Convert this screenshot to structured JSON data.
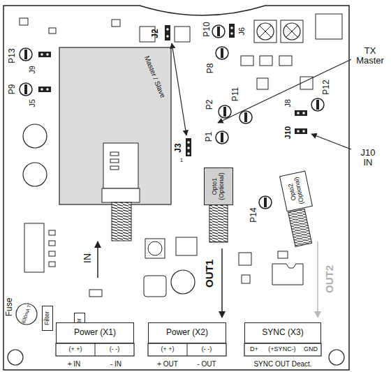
{
  "diagram": {
    "nodes": [
      {
        "text": [
          "Opto1 (Optional)"
        ]
      },
      {
        "text": [
          "Opto2 (Optional)"
        ]
      },
      {
        "text": [
          "Filter"
        ]
      },
      {
        "text": [
          "Filter"
        ]
      },
      {
        "text": [
          "Power (X1)"
        ]
      },
      {
        "text": [
          "Power (X2)"
        ]
      },
      {
        "text": [
          "SYNC (X3)"
        ]
      }
    ],
    "labels": [
      "P13",
      "J9",
      "P9",
      "J5",
      "J2",
      "P10",
      "J6",
      "P8",
      "Master / Slave",
      "TX Master",
      "J3",
      "1",
      "P2",
      "P11",
      "P1",
      "J8",
      "P12",
      "J10",
      "J10 IN",
      "P14",
      "IN",
      "OUT1",
      "OUT2",
      "Fuse",
      "630mA T",
      "(+ +)",
      "(- -)",
      "(+ +)",
      "(- -)",
      "D+",
      "(+SYNC-)",
      "GND",
      "+ IN",
      "- IN",
      "+ OUT",
      "- OUT",
      "SYNC OUT Deact."
    ]
  }
}
